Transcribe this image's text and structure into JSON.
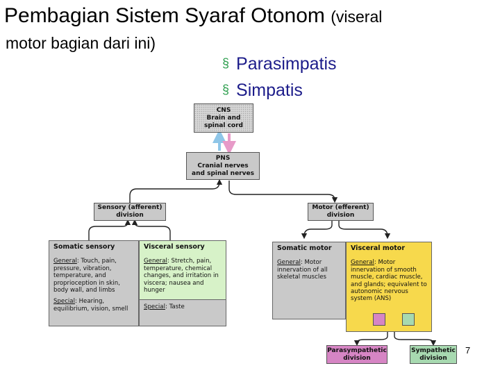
{
  "heading": {
    "title": "Pembagian Sistem Syaraf Otonom",
    "title_suffix": "(viseral",
    "subtitle": "motor bagian dari ini)"
  },
  "bullets": [
    "Parasimpatis",
    "Simpatis"
  ],
  "bullet_marker": "§",
  "diagram": {
    "cns": [
      "CNS",
      "Brain and",
      "spinal cord"
    ],
    "pns": [
      "PNS",
      "Cranial nerves",
      "and spinal nerves"
    ],
    "sensory_division": [
      "Sensory (afferent)",
      "division"
    ],
    "motor_division": [
      "Motor (efferent)",
      "division"
    ],
    "somatic_sensory": {
      "title": "Somatic sensory",
      "general_label": "General",
      "general_text": ": Touch, pain, pressure, vibration, temperature, and proprioception in skin, body wall, and limbs",
      "special_label": "Special",
      "special_text": ": Hearing, equilibrium, vision, smell"
    },
    "visceral_sensory": {
      "title": "Visceral sensory",
      "general_label": "General",
      "general_text": ": Stretch, pain, temperature, chemical changes, and irritation in viscera; nausea and hunger",
      "special_label": "Special",
      "special_text": ": Taste"
    },
    "somatic_motor": {
      "title": "Somatic motor",
      "general_label": "General",
      "general_text": ": Motor innervation of all skeletal muscles"
    },
    "visceral_motor": {
      "title": "Visceral motor",
      "general_label": "General",
      "general_text": ": Motor innervation of smooth muscle, cardiac muscle, and glands; equivalent to autonomic nervous system (ANS)"
    },
    "parasympathetic": [
      "Parasympathetic",
      "division"
    ],
    "sympathetic": [
      "Sympathetic",
      "division"
    ]
  },
  "page_number": "7",
  "colors": {
    "bullet_text": "#1c1c8a",
    "bullet_marker": "#2a9d4b",
    "visceral_sensory": "#d7f2c8",
    "visceral_motor": "#f7d94c",
    "parasympathetic": "#d685c4",
    "sympathetic": "#a7d9b0",
    "arrow_up": "#8fc6e8",
    "arrow_down": "#e79ac8",
    "gray_box": "#c9c9c9"
  }
}
